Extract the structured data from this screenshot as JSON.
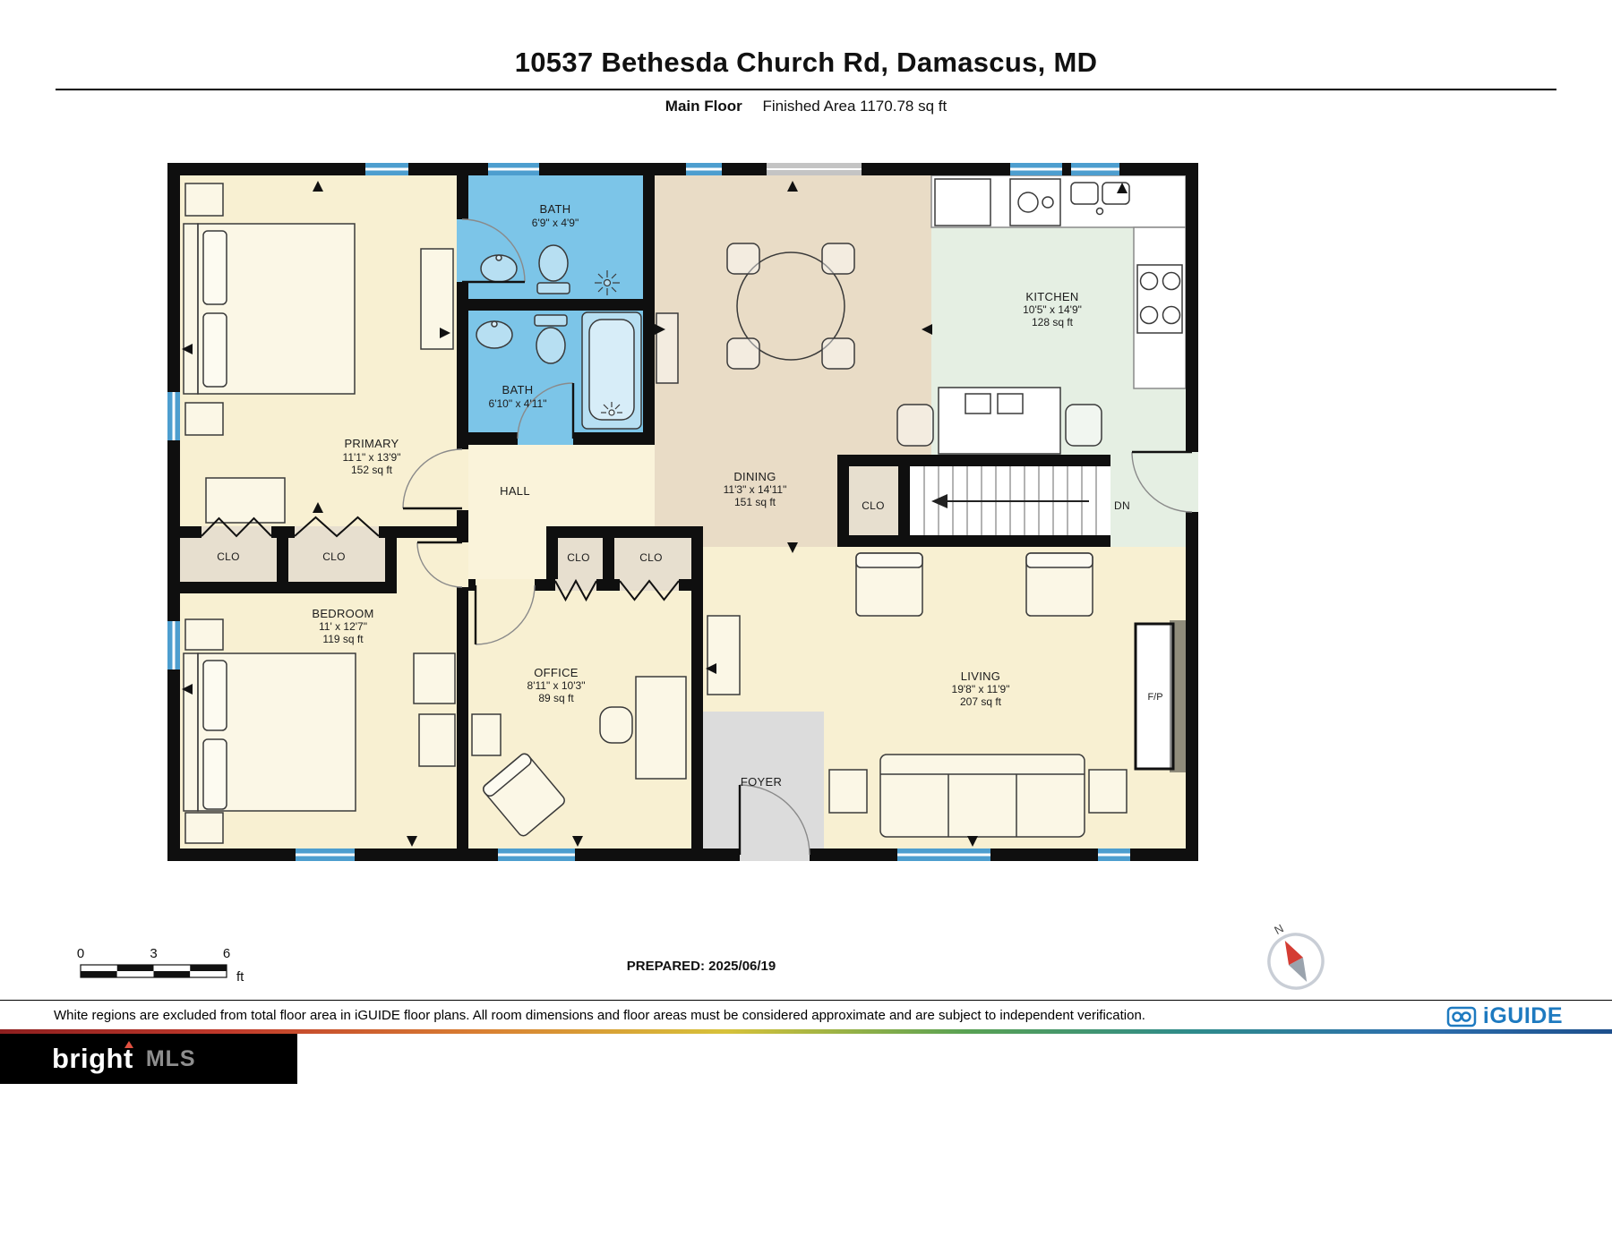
{
  "header": {
    "title": "10537 Bethesda Church Rd, Damascus, MD",
    "floor_label": "Main Floor",
    "area_label": "Finished Area 1170.78 sq ft"
  },
  "rooms": [
    {
      "name": "PRIMARY",
      "dims": "11'1\" x 13'9\"",
      "area": "152 sq ft"
    },
    {
      "name": "BATH",
      "dims": "6'9\" x 4'9\"",
      "area": ""
    },
    {
      "name": "BATH",
      "dims": "6'10\" x 4'11\"",
      "area": ""
    },
    {
      "name": "DINING",
      "dims": "11'3\" x 14'11\"",
      "area": "151 sq ft"
    },
    {
      "name": "KITCHEN",
      "dims": "10'5\" x 14'9\"",
      "area": "128 sq ft"
    },
    {
      "name": "HALL",
      "dims": "",
      "area": ""
    },
    {
      "name": "BEDROOM",
      "dims": "11' x 12'7\"",
      "area": "119 sq ft"
    },
    {
      "name": "OFFICE",
      "dims": "8'11\" x 10'3\"",
      "area": "89 sq ft"
    },
    {
      "name": "LIVING",
      "dims": "19'8\" x 11'9\"",
      "area": "207 sq ft"
    },
    {
      "name": "FOYER",
      "dims": "",
      "area": ""
    }
  ],
  "plan_labels": {
    "closet": "CLO",
    "down": "DN",
    "fireplace": "F/P"
  },
  "scalebar": {
    "t0": "0",
    "t3": "3",
    "t6": "6",
    "unit": "ft"
  },
  "compass": {
    "north": "N"
  },
  "footer": {
    "prepared": "PREPARED: 2025/06/19",
    "disclaimer": "White regions are excluded from total floor area in iGUIDE floor plans. All room dimensions and floor areas must be considered approximate and are subject to independent verification.",
    "iguide_brand": "iGUIDE",
    "mls_brand": "bright",
    "mls_suffix": "MLS"
  },
  "colors": {
    "room_cream": "#f8f0d2",
    "hall_cream": "#faf3da",
    "dining_tan": "#e9dcc6",
    "kitchen_green": "#e5efe3",
    "bath_blue": "#7cc5e8",
    "closet_beige": "#e7dfcf",
    "foyer_gray": "#dcdcdc",
    "window_blue": "#4d9ecf",
    "iguide_blue": "#1e7ac0",
    "brand_red": "#e25141"
  }
}
